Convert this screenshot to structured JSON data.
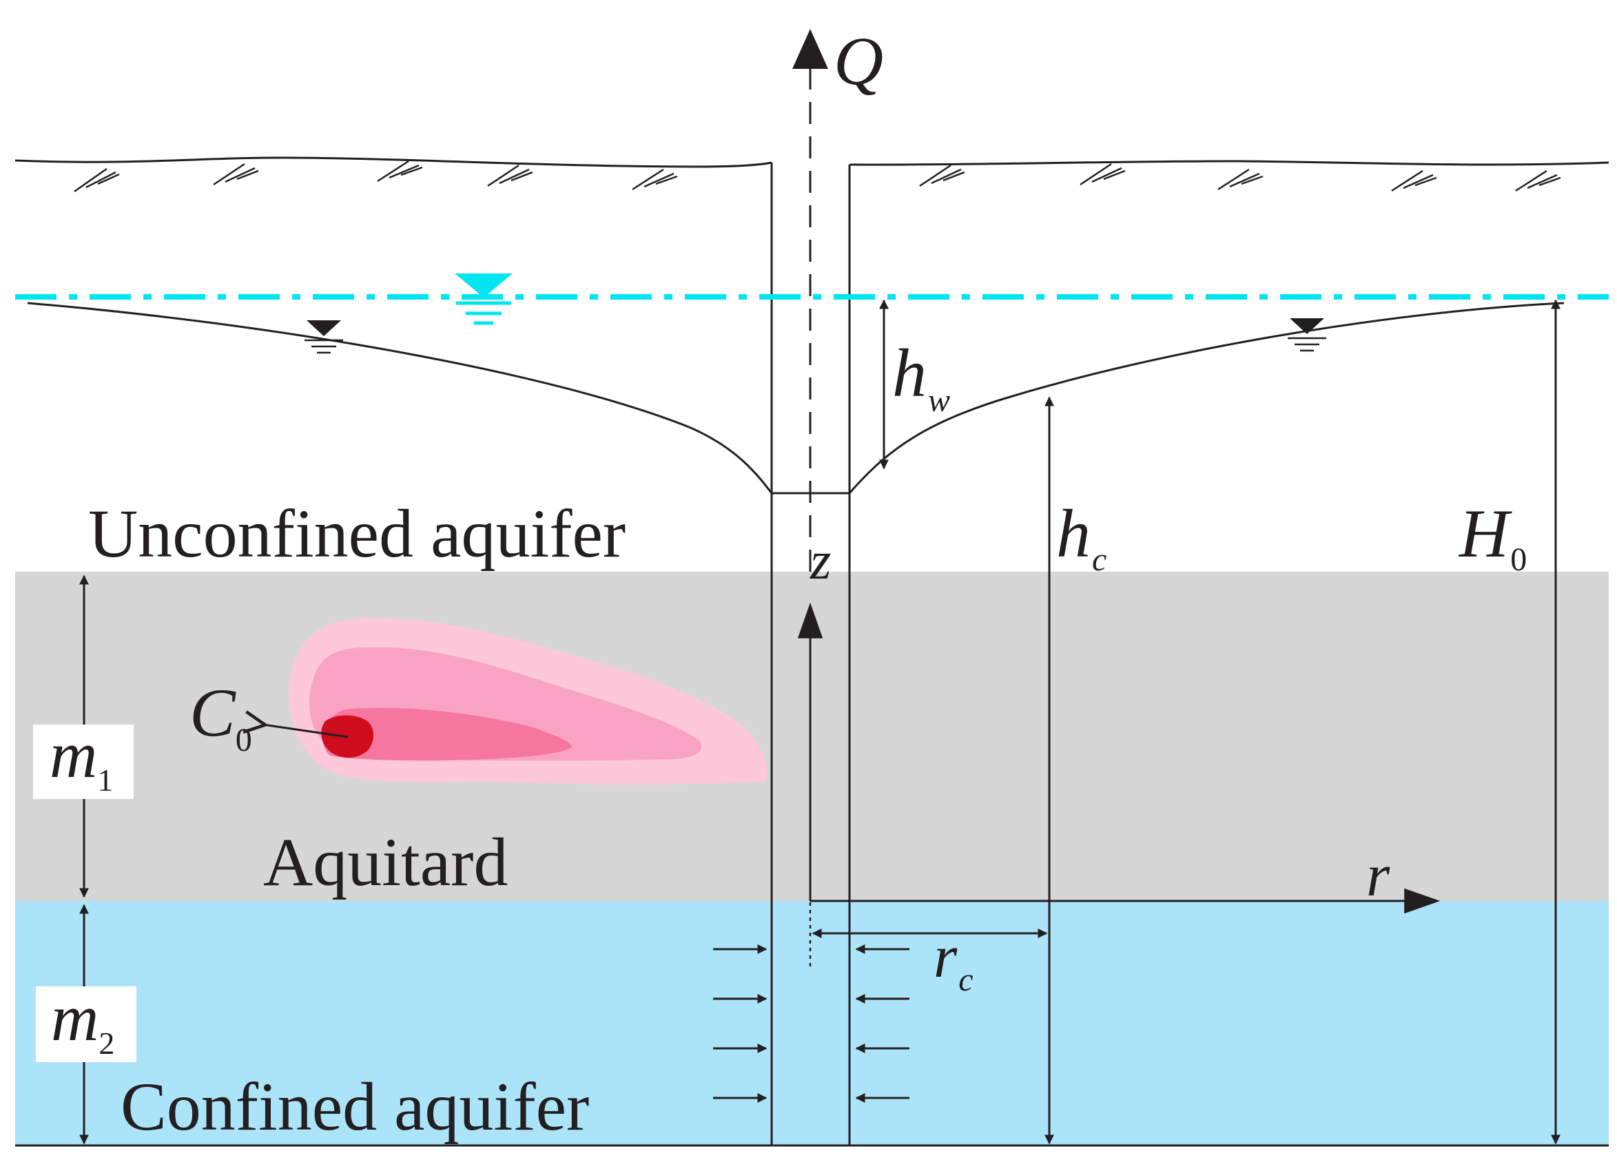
{
  "labels": {
    "discharge": "Q",
    "unconfined_aquifer": "Unconfined aquifer",
    "aquitard": "Aquitard",
    "confined_aquifer": "Confined aquifer",
    "h_w": {
      "main": "h",
      "sub": "w"
    },
    "h_c": {
      "main": "h",
      "sub": "c"
    },
    "H_0": {
      "main": "H",
      "sub": "0"
    },
    "z_axis": "z",
    "r_axis": "r",
    "r_c": {
      "main": "r",
      "sub": "c"
    },
    "C_0": {
      "main": "C",
      "sub": "0"
    },
    "m_1": {
      "main": "m",
      "sub": "1"
    },
    "m_2": {
      "main": "m",
      "sub": "2"
    }
  },
  "colors": {
    "aquitard": "#d6d6d6",
    "confined_aquifer": "#abe3f9",
    "initial_water_table": "#00e5f0",
    "plume_outer": "#fcc8da",
    "plume_middle": "#f9a3c3",
    "plume_inner": "#f5769f",
    "source": "#cf0c1e",
    "line": "#231f20"
  }
}
